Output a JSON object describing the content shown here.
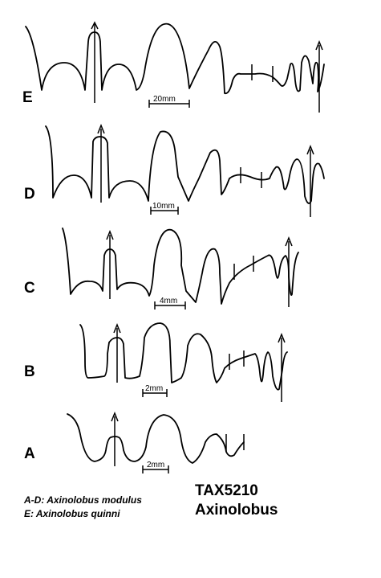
{
  "rows": [
    {
      "label": "E",
      "scale": "20mm"
    },
    {
      "label": "D",
      "scale": "10mm"
    },
    {
      "label": "C",
      "scale": "4mm"
    },
    {
      "label": "B",
      "scale": "2mm"
    },
    {
      "label": "A",
      "scale": "2mm"
    }
  ],
  "legend": {
    "line1": "A-D: Axinolobus modulus",
    "line2": "E: Axinolobus quinni"
  },
  "title": {
    "line1": "TAX5210",
    "line2": "Axinolobus"
  }
}
